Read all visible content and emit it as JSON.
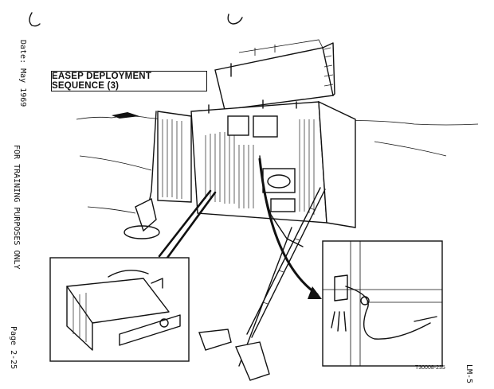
{
  "document": {
    "title": "EASEP DEPLOYMENT SEQUENCE (3)",
    "date_label": "Date:",
    "date_value": "May 1969",
    "training_notice": "FOR TRAINING PURPOSES ONLY",
    "page_label": "Page",
    "page_number": "2-25",
    "manual_id": "LM-5",
    "figure_ref": "T30008-235"
  }
}
